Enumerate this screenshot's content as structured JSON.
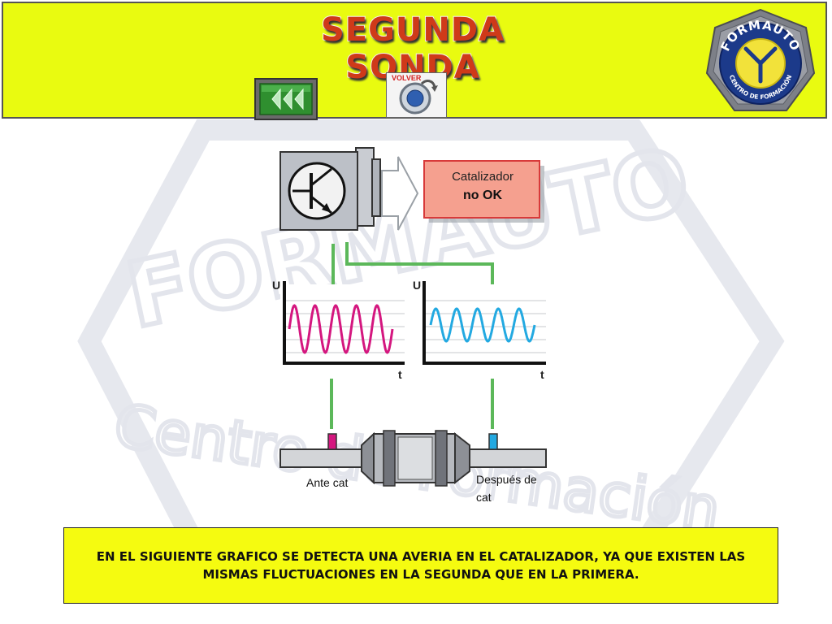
{
  "header": {
    "title": "SEGUNDA SONDA",
    "volver_label": "VOLVER",
    "logo_text": "FORMAUTO",
    "logo_subtext": "CENTRO DE FORMACIÓN"
  },
  "diagram": {
    "result_line1": "Catalizador",
    "result_line2": "no OK",
    "axis_u_left": "U",
    "axis_t_left": "t",
    "axis_u_right": "U",
    "axis_t_right": "t",
    "label_before": "Ante cat",
    "label_after_line1": "Después de",
    "label_after_line2": "cat"
  },
  "watermark": {
    "text": "FORMAUTO",
    "subtext": "Centro de Formación"
  },
  "caption": {
    "text": "EN EL SIGUIENTE GRAFICO SE DETECTA UNA AVERIA EN EL CATALIZADOR, YA QUE EXISTEN LAS MISMAS FLUCTUACIONES EN LA SEGUNDA QUE EN LA PRIMERA."
  },
  "colors": {
    "header_bg": "#e9fb10",
    "title": "#cf3a19",
    "signal_before": "#d4177f",
    "signal_after": "#23a9e1",
    "connector_green": "#5cb85a",
    "result_box": "#f5a08f",
    "result_border": "#d83a3a",
    "caption_bg": "#f5fb10"
  }
}
